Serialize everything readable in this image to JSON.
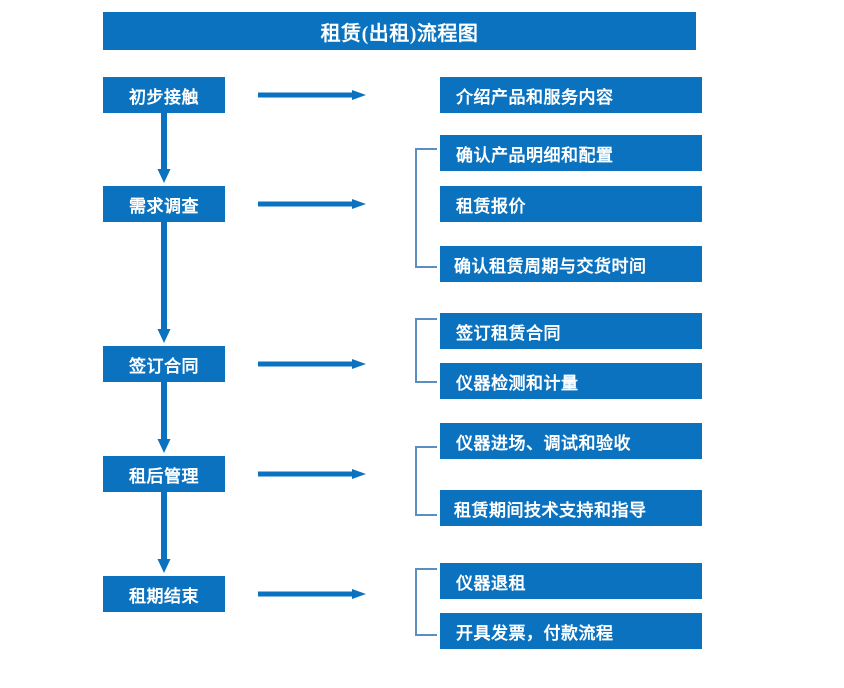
{
  "title": "租赁(出租)流程图",
  "colors": {
    "box_fill": "#0b72bf",
    "box_text": "#ffffff",
    "arrow": "#0b72bf",
    "bracket": "#5a8fc0",
    "background": "#ffffff"
  },
  "stages": [
    {
      "label": "初步接触"
    },
    {
      "label": "需求调查"
    },
    {
      "label": "签订合同"
    },
    {
      "label": "租后管理"
    },
    {
      "label": "租期结束"
    }
  ],
  "details": [
    {
      "label": "介绍产品和服务内容"
    },
    {
      "label": "确认产品明细和配置"
    },
    {
      "label": "租赁报价"
    },
    {
      "label": "确认租赁周期与交货时间"
    },
    {
      "label": "签订租赁合同"
    },
    {
      "label": "仪器检测和计量"
    },
    {
      "label": "仪器进场、调试和验收"
    },
    {
      "label": "租赁期间技术支持和指导"
    },
    {
      "label": "仪器退租"
    },
    {
      "label": "开具发票，付款流程"
    }
  ],
  "groups": [
    {
      "stage": "需求调查",
      "items": [
        "确认产品明细和配置",
        "租赁报价",
        "确认租赁周期与交货时间"
      ]
    },
    {
      "stage": "签订合同",
      "items": [
        "签订租赁合同",
        "仪器检测和计量"
      ]
    },
    {
      "stage": "租后管理",
      "items": [
        "仪器进场、调试和验收",
        "租赁期间技术支持和指导"
      ]
    },
    {
      "stage": "租期结束",
      "items": [
        "仪器退租",
        "开具发票，付款流程"
      ]
    }
  ],
  "flow": [
    {
      "from": "初步接触",
      "to": "需求调查"
    },
    {
      "from": "需求调查",
      "to": "签订合同"
    },
    {
      "from": "签订合同",
      "to": "租后管理"
    },
    {
      "from": "租后管理",
      "to": "租期结束"
    }
  ]
}
